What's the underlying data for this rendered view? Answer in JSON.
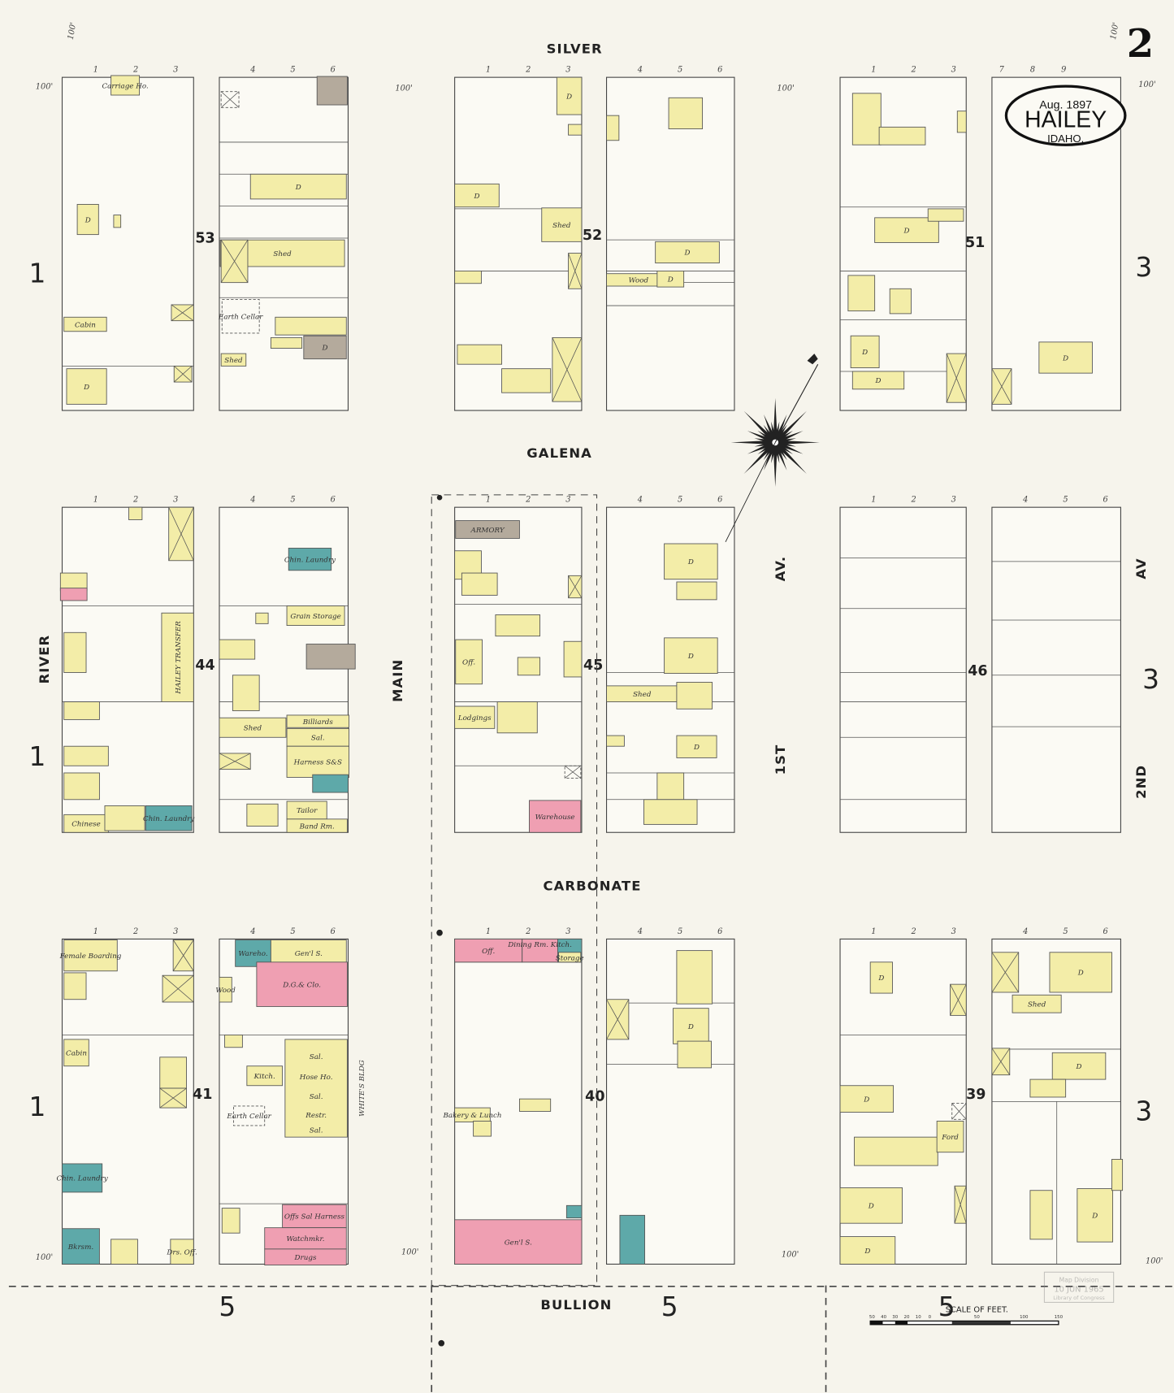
{
  "title": {
    "date": "Aug. 1897",
    "town": "HAILEY",
    "state": "IDAHO."
  },
  "sheet_number": "2",
  "streets": {
    "silver": "SILVER",
    "galena": "GALENA",
    "carbonate": "CARBONATE",
    "bullion": "BULLION",
    "river": "RIVER",
    "main": "MAIN",
    "first_av": "AV.",
    "first_av_prefix": "1ST",
    "second_av": "AV",
    "second_av_prefix": "2ND"
  },
  "adjoining_sheets": {
    "west": "1",
    "east": "3",
    "south": "5"
  },
  "blocks": [
    "53",
    "52",
    "51",
    "44",
    "45",
    "46",
    "41",
    "40",
    "39"
  ],
  "lot_numbers_top": [
    "1",
    "2",
    "3",
    "4",
    "5",
    "6"
  ],
  "lot_numbers_top_extra": [
    "7",
    "8",
    "9"
  ],
  "dimension_label": "100'",
  "building_labels": {
    "carriage": "Carriage Ho.",
    "cabin": "Cabin",
    "shed": "Shed",
    "earth_cellar": "Earth Cellar",
    "d": "D",
    "wood": "Wood",
    "armory": "ARMORY",
    "chin_laundry": "Chin. Laundry",
    "grain": "Grain Storage",
    "off": "Off.",
    "lodgings": "Lodgings",
    "sal": "Sal.",
    "billiards": "Billiards",
    "harness": "Harness S&S",
    "tailor": "Tailor",
    "band": "Band Rm.",
    "warehouse": "Warehouse",
    "chinese": "Chinese",
    "transfer": "HAILEY TRANSFER",
    "female": "Female Boarding",
    "bkrsm": "Bkrsm.",
    "drs": "Drs. Off.",
    "wareho": "Wareho.",
    "genls": "Gen'l S.",
    "dgclo": "D.G.& Clo.",
    "hose": "Hose Ho.",
    "restr": "Restr.",
    "kitch": "Kitch.",
    "offs": "Offs Sal Harness",
    "watch": "Watchmkr.",
    "drugs": "Drugs",
    "dining": "Dining Rm. Kitch.",
    "storage": "Storage",
    "bakery": "Bakery & Lunch",
    "whites": "WHITE'S BLDG",
    "ford": "Ford"
  },
  "colors": {
    "frame": "#f3eda8",
    "brick": "#ef9fb2",
    "stone": "#5ea9a9",
    "iron": "#b4aa9c",
    "paper": "#f6f4ec"
  },
  "scale": {
    "title": "SCALE OF FEET.",
    "ticks": [
      "50",
      "40",
      "30",
      "20",
      "10",
      "0",
      "50",
      "100",
      "150"
    ]
  },
  "stamp": {
    "line1": "Map Division",
    "line2": "10 JUN 1965",
    "line3": "Library of Congress"
  }
}
